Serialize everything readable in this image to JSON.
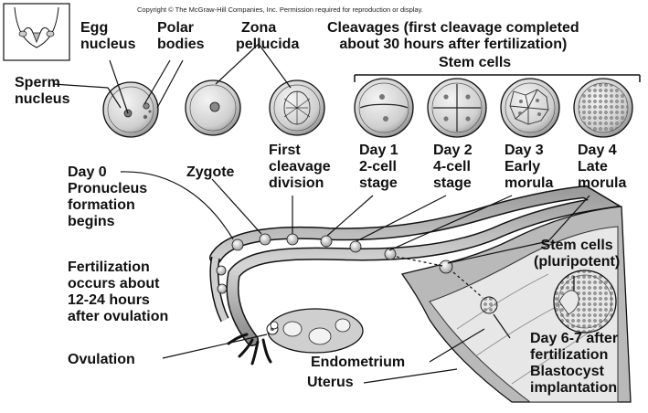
{
  "copyright": "Copyright © The McGraw-Hill Companies, Inc. Permission required for reproduction or display.",
  "labels": {
    "egg_nucleus": [
      "Egg",
      "nucleus"
    ],
    "polar_bodies": [
      "Polar",
      "bodies"
    ],
    "zona_pellucida": [
      "Zona",
      "pellucida"
    ],
    "cleavages": [
      "Cleavages (first cleavage completed",
      "about 30 hours after fertilization)"
    ],
    "stem_cells_top": "Stem cells",
    "sperm_nucleus": [
      "Sperm",
      "nucleus"
    ],
    "first_cleavage": [
      "First",
      "cleavage",
      "division"
    ],
    "day1": [
      "Day 1",
      "2-cell",
      "stage"
    ],
    "day2": [
      "Day 2",
      "4-cell",
      "stage"
    ],
    "day3": [
      "Day 3",
      "Early",
      "morula"
    ],
    "day4": [
      "Day 4",
      "Late",
      "morula"
    ],
    "day0": [
      "Day 0",
      "Pronucleus",
      "formation",
      "begins"
    ],
    "zygote": "Zygote",
    "stem_cells_pluripotent": [
      "Stem cells",
      "(pluripotent)"
    ],
    "fertilization": [
      "Fertilization",
      "occurs about",
      "12-24 hours",
      "after ovulation"
    ],
    "ovulation": "Ovulation",
    "endometrium": "Endometrium",
    "uterus": "Uterus",
    "day67": [
      "Day 6-7 after",
      "fertilization",
      "Blastocyst",
      "implantation"
    ]
  },
  "colors": {
    "ink": "#111111",
    "cell_fill": "#d9d9d9",
    "tissue_fill": "#c8c8c8",
    "dark_tissue": "#7a7a7a"
  }
}
